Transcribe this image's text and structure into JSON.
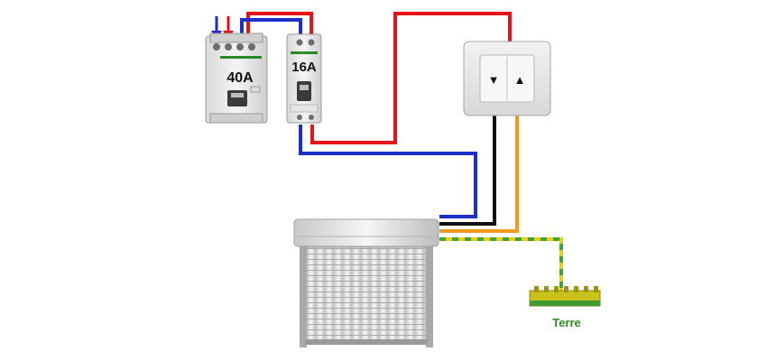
{
  "breaker_main": {
    "rating": "40A"
  },
  "breaker_small": {
    "rating": "16A"
  },
  "switch": {
    "up_symbol": "▲",
    "down_symbol": "▼"
  },
  "earth_bar": {
    "label": "Terre"
  },
  "colors": {
    "phase": "#e8121b",
    "neutral": "#1c2fc9",
    "wire_black": "#111111",
    "wire_orange": "#f39a1e",
    "earth_yellow": "#e2d21c",
    "earth_green": "#3da33a",
    "earth_label": "#2f8a1e"
  }
}
